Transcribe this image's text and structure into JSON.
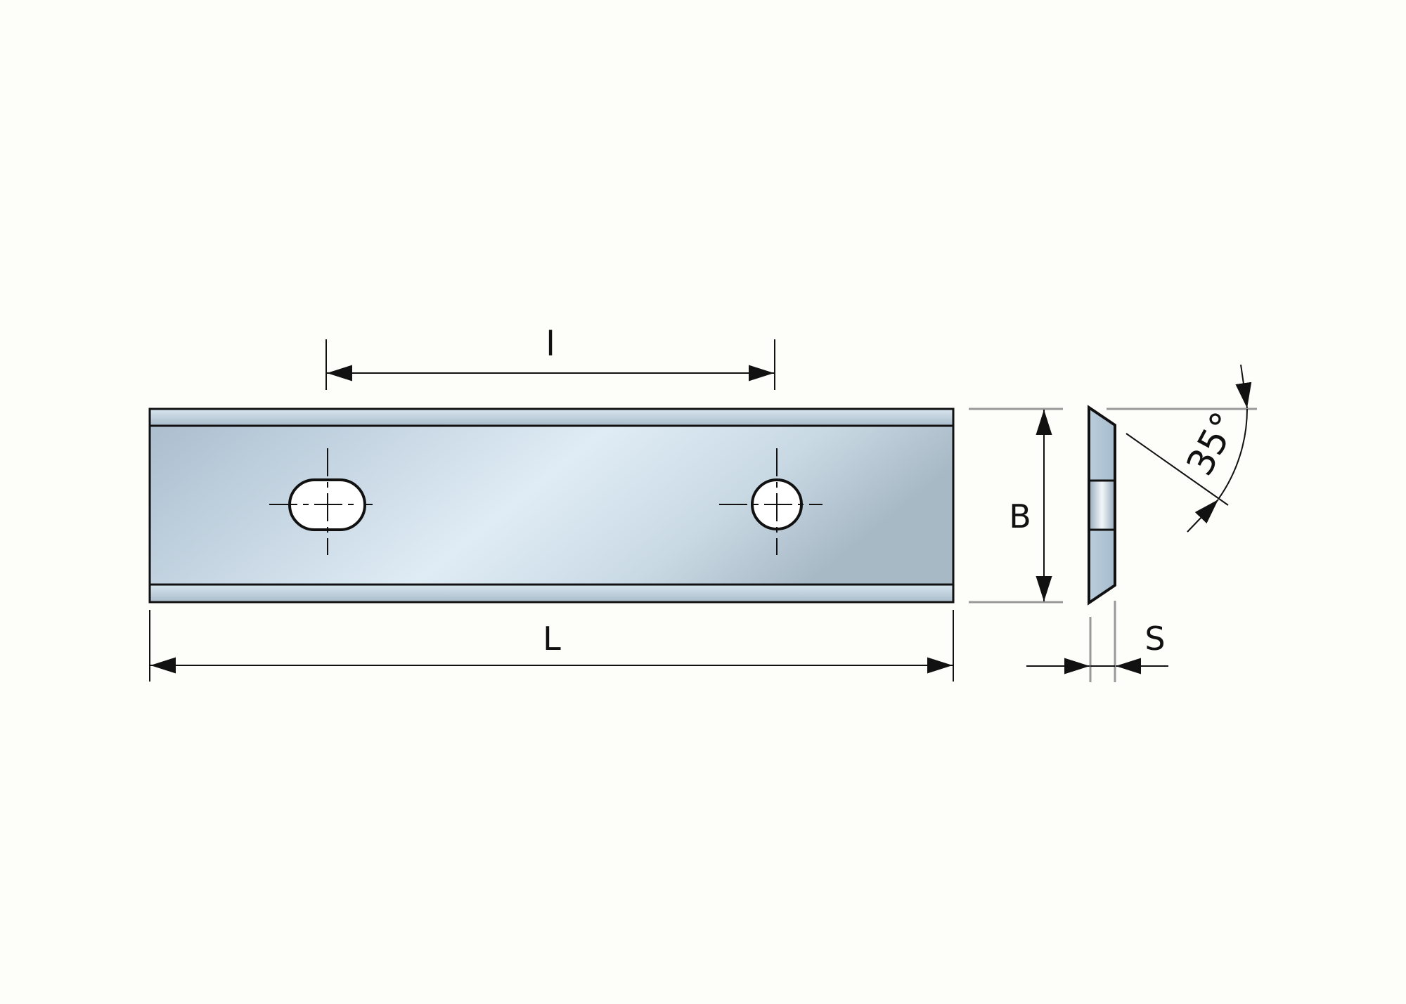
{
  "dimensions": {
    "hole_spacing": "l",
    "length": "L",
    "width": "B",
    "thickness": "S",
    "angle": "35°"
  },
  "colors": {
    "blade_fill": "#b4c8d8",
    "blade_highlight": "#e6f1f8",
    "outline": "#111111",
    "extension_line": "#999999",
    "background": "#fdfdfa"
  }
}
